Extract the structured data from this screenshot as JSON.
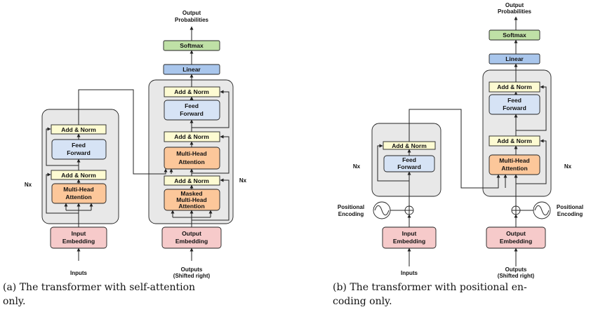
{
  "panel_a": {
    "inputs": "Inputs",
    "input_embedding": [
      "Input",
      "Embedding"
    ],
    "encoder_mha": [
      "Multi-Head",
      "Attention"
    ],
    "encoder_addnorm": "Add & Norm",
    "encoder_ff": [
      "Feed",
      "Forward"
    ],
    "nx_left": "Nx",
    "outputs": [
      "Outputs",
      "(Shifted right)"
    ],
    "output_embedding": [
      "Output",
      "Embedding"
    ],
    "masked_mha": [
      "Masked",
      "Multi-Head",
      "Attention"
    ],
    "decoder_addnorm": "Add & Norm",
    "decoder_mha": [
      "Multi-Head",
      "Attention"
    ],
    "decoder_ff": [
      "Feed",
      "Forward"
    ],
    "nx_right": "Nx",
    "linear": "Linear",
    "softmax": "Softmax",
    "output_probs": [
      "Output",
      "Probabilities"
    ],
    "caption": [
      "(a) The transformer with self-attention",
      "only."
    ]
  },
  "panel_b": {
    "inputs": "Inputs",
    "input_embedding": [
      "Input",
      "Embedding"
    ],
    "pos_enc_left": [
      "Positional",
      "Encoding"
    ],
    "pos_enc_right": [
      "Positional",
      "Encoding"
    ],
    "encoder_addnorm": "Add & Norm",
    "encoder_ff": [
      "Feed",
      "Forward"
    ],
    "nx_left": "Nx",
    "outputs": [
      "Outputs",
      "(Shifted right)"
    ],
    "output_embedding": [
      "Output",
      "Embedding"
    ],
    "decoder_mha": [
      "Multi-Head",
      "Attention"
    ],
    "decoder_addnorm": "Add & Norm",
    "decoder_ff": [
      "Feed",
      "Forward"
    ],
    "nx_right": "Nx",
    "linear": "Linear",
    "softmax": "Softmax",
    "output_probs": [
      "Output",
      "Probabilities"
    ],
    "caption": [
      "(b) The transformer with positional en-",
      "coding only."
    ]
  },
  "colors": {
    "stack_bg": "#e8e8e8",
    "add_norm": "#fdfbd2",
    "feed_forward": "#d6e3f5",
    "attention": "#fcc79a",
    "embedding": "#f6caca",
    "linear": "#a9c6ec",
    "softmax": "#bfe0a6"
  }
}
